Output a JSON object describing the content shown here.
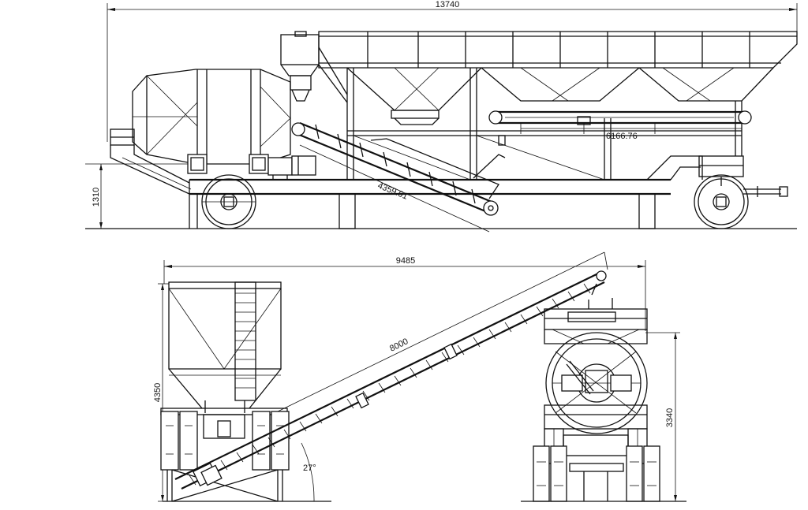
{
  "dimensions": {
    "overall_length": "13740",
    "ground_height": "1310",
    "conveyor_length_top": "4359.61",
    "feeder_length": "6166.76",
    "conveyor_span": "9485",
    "conveyor_length_bottom": "8000",
    "total_height": "4350",
    "end_height": "3340",
    "incline_angle": "27°"
  }
}
